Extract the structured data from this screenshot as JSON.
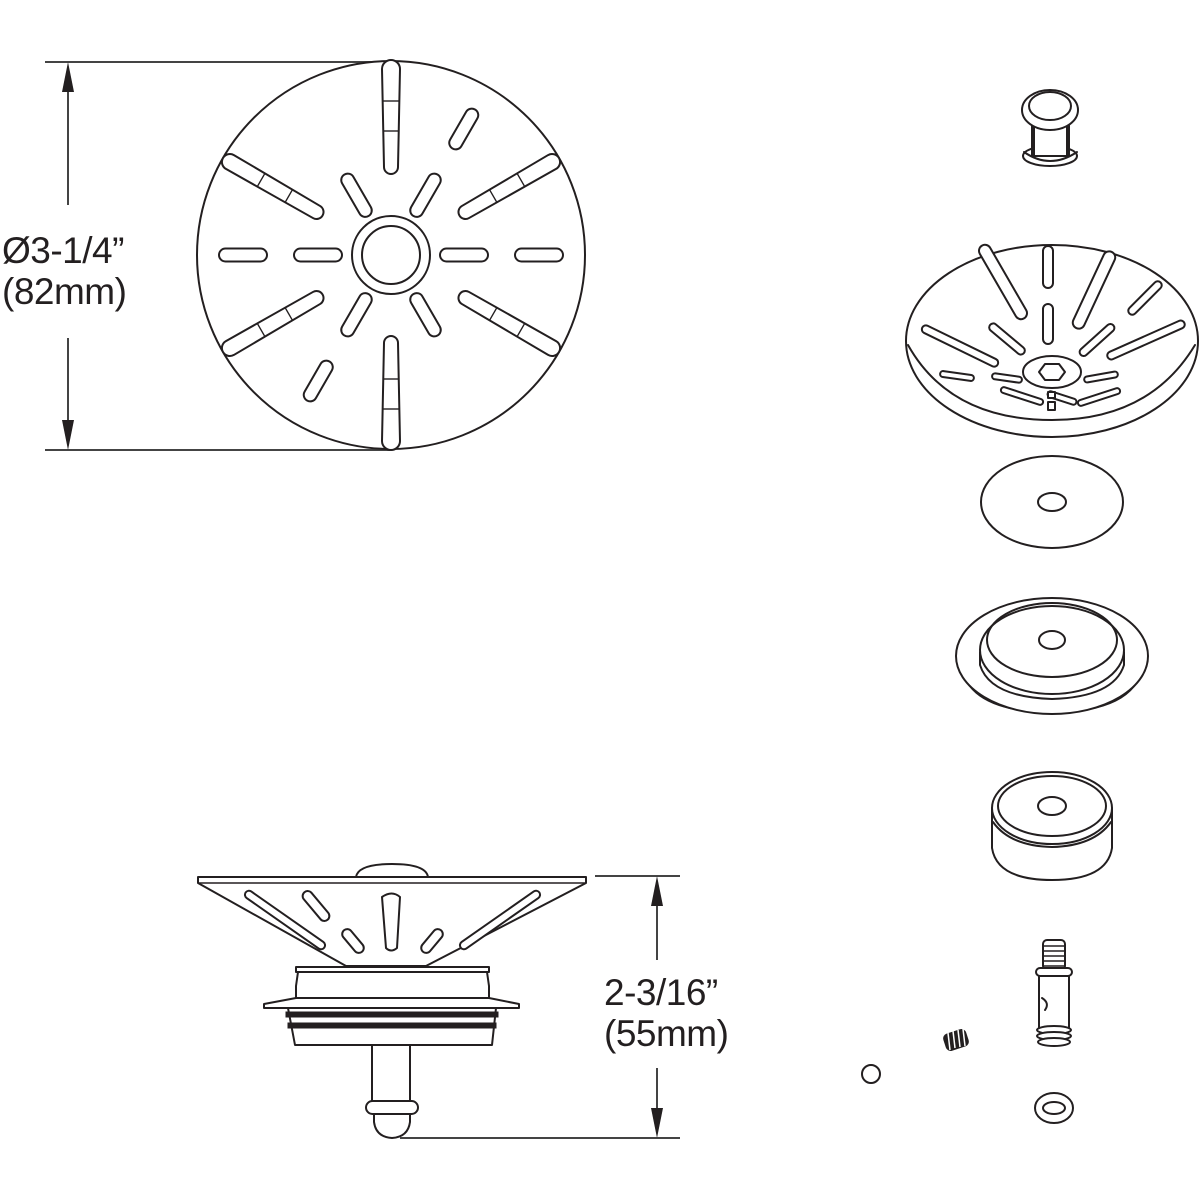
{
  "drawing": {
    "type": "technical-line-drawing",
    "subject": "sink drain basket strainer — top view, side view, exploded parts",
    "line_color": "#231f20",
    "background": "#ffffff"
  },
  "dimensions": {
    "diameter": {
      "imperial": "Ø3-1/4”",
      "metric": "(82mm)",
      "orientation": "vertical",
      "applies_to": "top-view"
    },
    "height": {
      "imperial": "2-3/16”",
      "metric": "(55mm)",
      "orientation": "vertical",
      "applies_to": "side-view"
    }
  },
  "views": [
    {
      "id": "top-view",
      "label": ""
    },
    {
      "id": "side-view",
      "label": ""
    },
    {
      "id": "exploded-view",
      "label": ""
    }
  ],
  "exploded_parts": [
    {
      "id": "knob"
    },
    {
      "id": "strainer-basket"
    },
    {
      "id": "flat-washer"
    },
    {
      "id": "stopper-seal"
    },
    {
      "id": "stopper-body"
    },
    {
      "id": "threaded-post"
    },
    {
      "id": "spring"
    },
    {
      "id": "ball"
    },
    {
      "id": "o-ring"
    }
  ]
}
